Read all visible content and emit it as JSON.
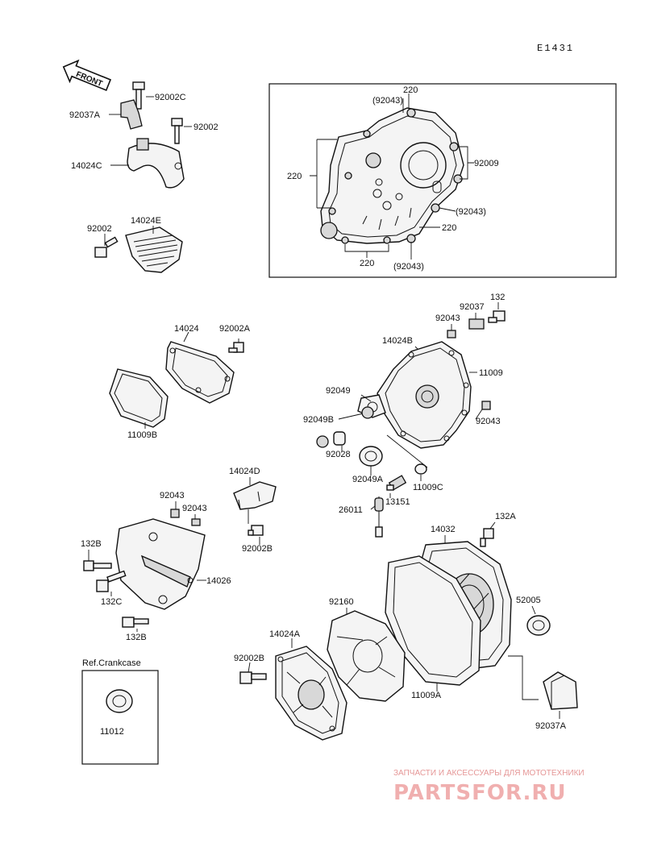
{
  "diagram": {
    "code": "E1431",
    "front_label": "FRONT",
    "ref_label": "Ref.Crankcase",
    "labels": {
      "p92002C": "92002C",
      "p92037A_top": "92037A",
      "p92002_top": "92002",
      "p14024C": "14024C",
      "p92002_mid": "92002",
      "p14024E": "14024E",
      "p220_a": "220",
      "p92043_a": "(92043)",
      "p220_b": "220",
      "p92009": "92009",
      "p92043_b": "(92043)",
      "p220_c": "220",
      "p220_d": "220",
      "p92043_c": "(92043)",
      "p14024": "14024",
      "p92002A": "92002A",
      "p11009B": "11009B",
      "p132_top": "132",
      "p92037": "92037",
      "p92043_d": "92043",
      "p14024B": "14024B",
      "p11009": "11009",
      "p92049": "92049",
      "p92049B": "92049B",
      "p92043_e": "92043",
      "p92028": "92028",
      "p92049A": "92049A",
      "p11009C": "11009C",
      "p14024D": "14024D",
      "p26011": "26011",
      "p13151": "13151",
      "p92043_f": "92043",
      "p92043_g": "92043",
      "p132B_a": "132B",
      "p92002B_a": "92002B",
      "p14026": "14026",
      "p132C": "132C",
      "p132B_b": "132B",
      "p14032": "14032",
      "p132A": "132A",
      "p92160": "92160",
      "p52005": "52005",
      "p14024A": "14024A",
      "p92002B_b": "92002B",
      "p11009A": "11009A",
      "p11012": "11012",
      "p92037A_bottom": "92037A"
    },
    "watermark": {
      "tagline": "ЗАПЧАСТИ И АКСЕССУАРЫ ДЛЯ МОТОТЕХНИКИ",
      "brand": "PARTSFOR.RU"
    }
  }
}
